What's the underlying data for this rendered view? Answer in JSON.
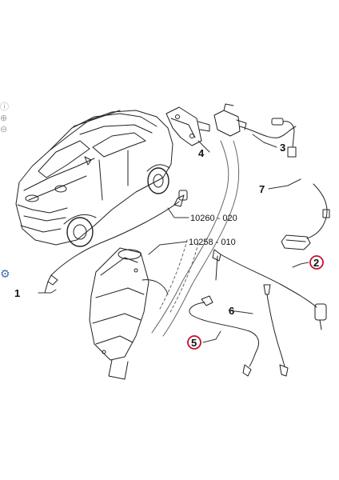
{
  "labels": {
    "p1": "1",
    "p2": "2",
    "p3": "3",
    "p4": "4",
    "p5": "5",
    "p6": "6",
    "p7": "7",
    "ref_a": "10260 - 020",
    "ref_b": "10258 - 010"
  },
  "highlight_color": "#c8102e",
  "sidebar_icons": [
    "info-icon",
    "zoom-in-icon",
    "zoom-out-icon",
    "gear-icon"
  ]
}
